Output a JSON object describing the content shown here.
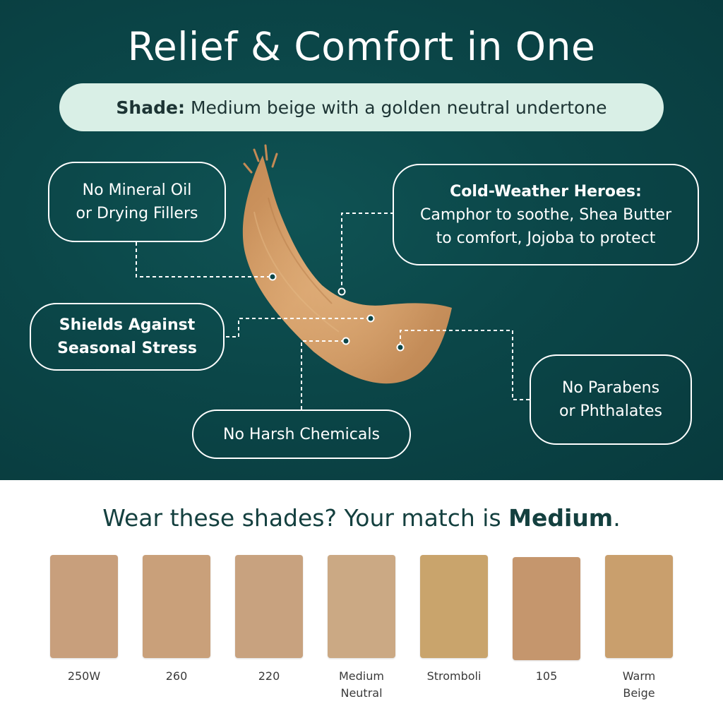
{
  "title": "Relief & Comfort in One",
  "shade": {
    "label": "Shade:",
    "text": "Medium beige with a golden neutral undertone",
    "swatch_color": "#c8945f"
  },
  "callouts": {
    "mineral": {
      "line1": "No Mineral Oil",
      "line2": "or Drying Fillers"
    },
    "cold": {
      "heading": "Cold-Weather Heroes:",
      "line1": "Camphor to soothe, Shea Butter",
      "line2": "to comfort, Jojoba to protect"
    },
    "shields": {
      "line1": "Shields Against",
      "line2": "Seasonal Stress"
    },
    "harsh": {
      "line1": "No Harsh Chemicals"
    },
    "parabens": {
      "line1": "No Parabens",
      "line2": "or Phthalates"
    }
  },
  "match": {
    "prefix": "Wear these shades? Your match is ",
    "shade": "Medium",
    "suffix": "."
  },
  "shades": [
    {
      "line1": "250W",
      "line2": "",
      "color": "#c89f7c"
    },
    {
      "line1": "260",
      "line2": "",
      "color": "#c9a07a"
    },
    {
      "line1": "220",
      "line2": "",
      "color": "#c8a27f"
    },
    {
      "line1": "Medium",
      "line2": "Neutral",
      "color": "#cba984"
    },
    {
      "line1": "Stromboli",
      "line2": "",
      "color": "#c9a46c"
    },
    {
      "line1": "105",
      "line2": "",
      "color": "#c5966d"
    },
    {
      "line1": "Warm",
      "line2": "Beige",
      "color": "#c99f6d"
    }
  ],
  "colors": {
    "hero_bg": "#0b4648",
    "pill_bg": "#d9efe6",
    "heading_text": "#14403f"
  }
}
